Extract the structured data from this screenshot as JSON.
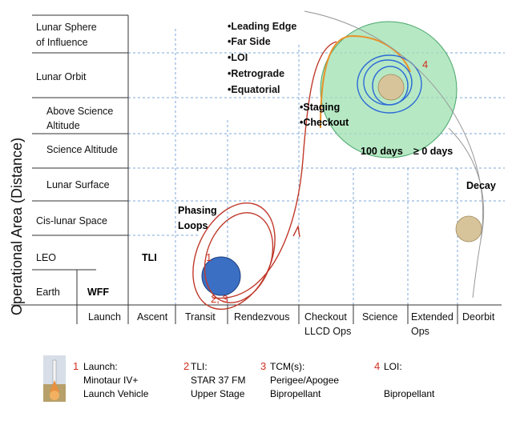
{
  "axis": {
    "y_title": "Operational Area (Distance)",
    "rows": [
      "Lunar Sphere of Influence",
      "Lunar Orbit",
      "Above Science Altitude",
      "Science Altitude",
      "Lunar Surface",
      "Cis-lunar Space",
      "LEO",
      "Earth"
    ],
    "columns": [
      {
        "label": "Launch"
      },
      {
        "label": "Ascent"
      },
      {
        "label": "Transit"
      },
      {
        "label": "Rendezvous"
      },
      {
        "label": "Checkout",
        "label2": "LLCD Ops"
      },
      {
        "label": "Science"
      },
      {
        "label": "Extended",
        "label2": "Ops"
      },
      {
        "label": "Deorbit"
      }
    ]
  },
  "annotations": {
    "wff": "WFF",
    "tli": "TLI",
    "phasing_1": "Phasing",
    "phasing_2": "Loops",
    "loi_list": [
      "•Leading Edge",
      "•Far Side",
      "•LOI",
      "•Retrograde",
      "•Equatorial"
    ],
    "staging": "•Staging",
    "checkout": "•Checkout",
    "days_100": "100 days",
    "days_ext": "≥ 0 days",
    "decay": "Decay",
    "marker_1": "1",
    "marker_23": "2, 3",
    "marker_4": "4"
  },
  "legend": [
    {
      "num": "1",
      "title": "Launch:",
      "line1": "Minotaur IV+",
      "line2": "Launch Vehicle"
    },
    {
      "num": "2",
      "title": "TLI:",
      "line1": "STAR 37 FM",
      "line2": "Upper Stage"
    },
    {
      "num": "3",
      "title": "TCM(s):",
      "line1": "Perigee/Apogee",
      "line2": "Bipropellant"
    },
    {
      "num": "4",
      "title": "LOI:",
      "line1": "",
      "line2": "Bipropellant"
    }
  ],
  "colors": {
    "earth": "#3a6fc4",
    "moon_zone": "#9ee0b0",
    "moon": "#d8c49a",
    "trajectory": "#c0392b",
    "lunar_orbit": "#2d6bd6",
    "approach": "#e8912a",
    "grid": "#7da7d9",
    "marker": "#d03020"
  }
}
